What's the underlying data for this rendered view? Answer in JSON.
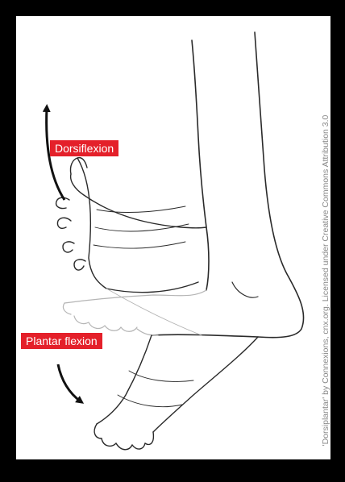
{
  "labels": {
    "dorsiflexion": "Dorsiflexion",
    "plantar_flexion": "Plantar flexion"
  },
  "credit": "'Dorsiplantar' by Connexions, cnx.org. Licensed under Creative Commons Attribution 3.0",
  "colors": {
    "background": "#000000",
    "panel": "#ffffff",
    "label_fill": "#e4202a",
    "label_text": "#ffffff",
    "credit_text": "#888888",
    "outline": "#2a2a2a",
    "ghost_outline": "#b5b5b5"
  }
}
